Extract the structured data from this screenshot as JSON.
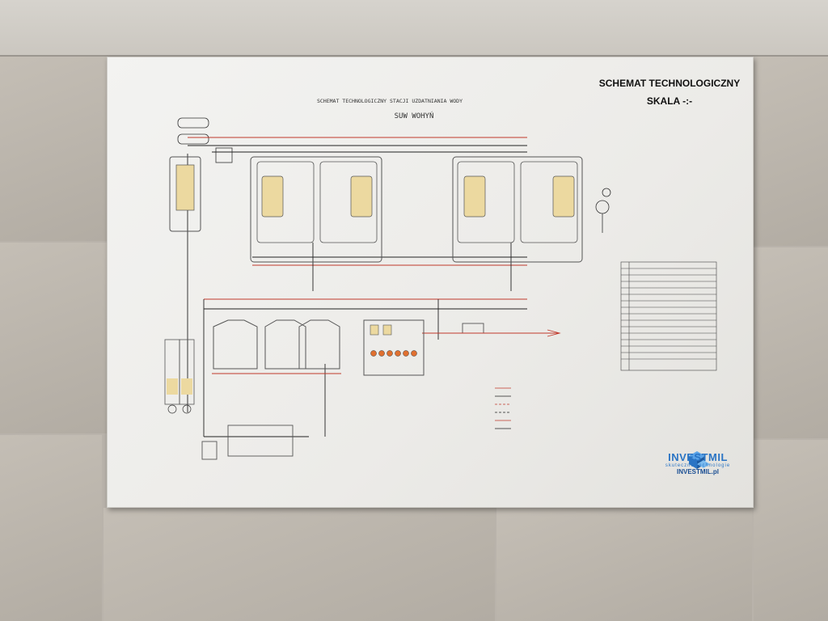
{
  "board": {
    "corner_title": "SCHEMAT TECHNOLOGICZNY",
    "corner_scale": "SKALA -:-",
    "diagram_title": "SCHEMAT TECHNOLOGICZNY STACJI UZDATNIANIA WODY",
    "diagram_subtitle": "SUW WOHYŃ",
    "logo": {
      "brand": "INVESTMIL",
      "tagline": "skuteczne technologie",
      "url": "INVESTMIL.pl"
    }
  },
  "colors": {
    "wall": "#b9b3ab",
    "board": "#efeeeb",
    "tank_fill": "#ecd9a0",
    "pipe_black": "#222222",
    "pipe_red": "#c0392b",
    "brand_blue": "#2a74c4"
  }
}
